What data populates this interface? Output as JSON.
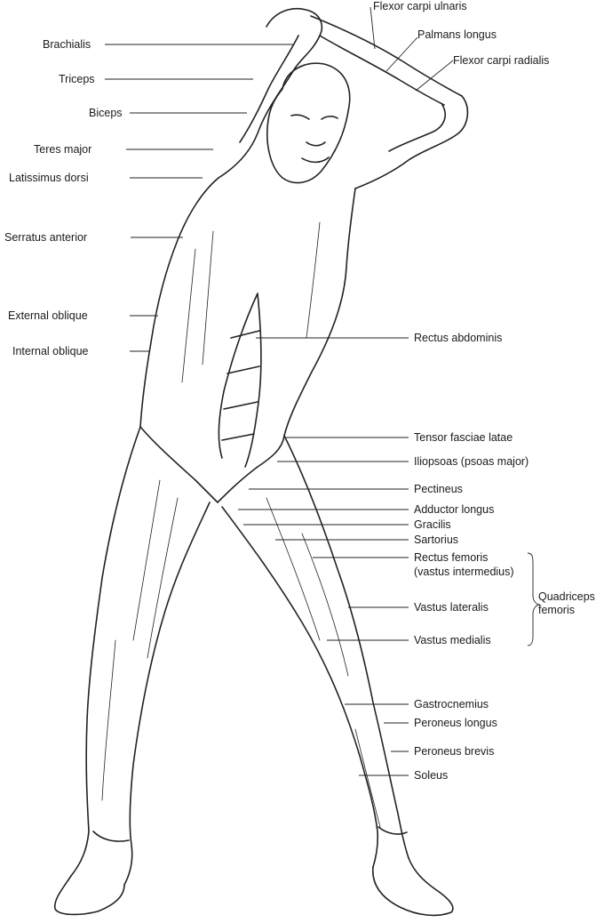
{
  "labels_left": {
    "brachialis": "Brachialis",
    "triceps": "Triceps",
    "biceps": "Biceps",
    "teres_major": "Teres major",
    "latissimus_dorsi": "Latissimus dorsi",
    "serratus_anterior": "Serratus anterior",
    "external_oblique": "External oblique",
    "internal_oblique": "Internal oblique"
  },
  "labels_right": {
    "flexor_carpi_ulnaris": "Flexor carpi ulnaris",
    "palmans_longus": "Palmans longus",
    "flexor_carpi_radialis": "Flexor carpi radialis",
    "rectus_abdominis": "Rectus abdominis",
    "tensor_fasciae_latae": "Tensor fasciae latae",
    "iliopsoas": "Iliopsoas (psoas major)",
    "pectineus": "Pectineus",
    "adductor_longus": "Adductor longus",
    "gracilis": "Gracilis",
    "sartorius": "Sartorius",
    "rectus_femoris": "Rectus femoris",
    "vastus_intermedius": "(vastus intermedius)",
    "vastus_lateralis": "Vastus lateralis",
    "vastus_medialis": "Vastus medialis",
    "gastrocnemius": "Gastrocnemius",
    "peroneus_longus": "Peroneus longus",
    "peroneus_brevis": "Peroneus brevis",
    "soleus": "Soleus"
  },
  "group_label": {
    "line1": "Quadriceps",
    "line2": "femoris"
  }
}
